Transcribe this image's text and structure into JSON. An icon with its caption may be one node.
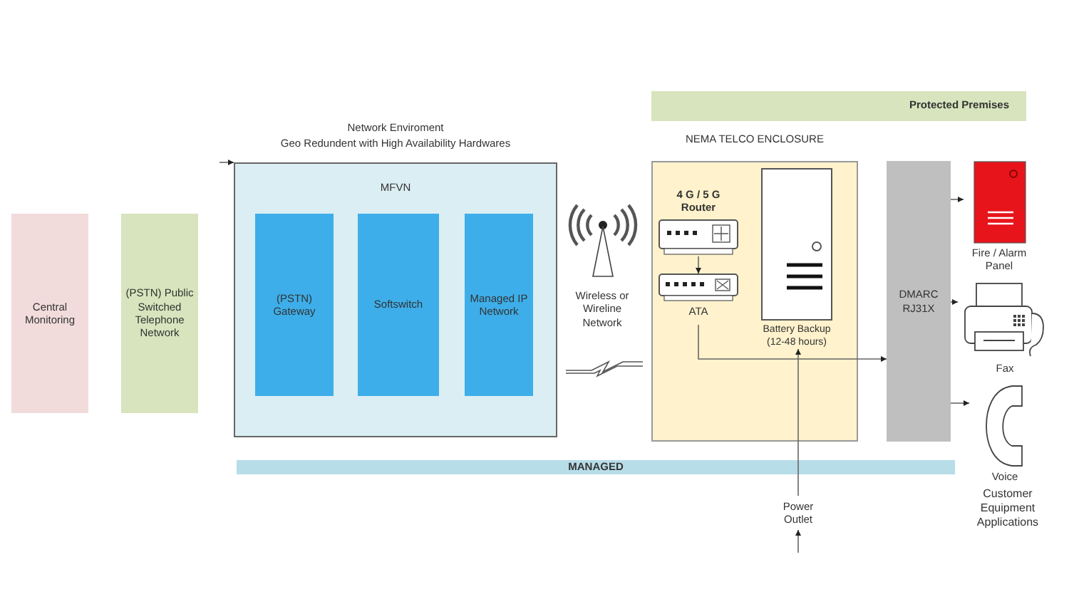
{
  "diagram": {
    "nodes": [
      {
        "text": [
          "Central Monitoring"
        ]
      },
      {
        "text": [
          "(PSTN) Public Switched Telephone Network"
        ]
      },
      {
        "text": [
          "Network Enviroment",
          "Geo Redundent with High Availability Hardwares",
          "MFVN"
        ]
      },
      {
        "text": [
          "(PSTN) Gateway"
        ],
        "in": 2
      },
      {
        "text": [
          "Softswitch"
        ],
        "in": 2
      },
      {
        "text": [
          "Managed IP Network"
        ],
        "in": 2
      },
      {
        "text": [
          "Wireless or Wireline Network"
        ]
      },
      {
        "text": [
          "Protected Premises"
        ]
      },
      {
        "text": [
          "NEMA TELCO ENCLOSURE"
        ]
      },
      {
        "text": [
          "4 G / 5 G Router"
        ],
        "in": 8
      },
      {
        "text": [
          "ATA"
        ],
        "in": 8
      },
      {
        "text": [
          "Battery Backup (12-48 hours)"
        ],
        "in": 8
      },
      {
        "text": [
          "DMARC RJ31X"
        ]
      },
      {
        "text": [
          "Fire / Alarm Panel"
        ]
      },
      {
        "text": [
          "Fax"
        ]
      },
      {
        "text": [
          "Voice"
        ]
      },
      {
        "text": [
          "Power Outlet"
        ]
      },
      {
        "text": [
          "MANAGED"
        ]
      }
    ],
    "edges": [
      {
        "from": null,
        "to": 2,
        "arrow": "to"
      },
      {
        "from": 9,
        "to": 10,
        "arrow": "to"
      },
      {
        "from": 10,
        "to": 12,
        "arrow": "to"
      },
      {
        "from": 16,
        "to": 11,
        "arrow": "to"
      },
      {
        "from": null,
        "to": 16,
        "arrow": "to"
      },
      {
        "from": 12,
        "to": 13,
        "arrow": "to"
      },
      {
        "from": 12,
        "to": 14,
        "arrow": "to"
      },
      {
        "from": 12,
        "to": 15,
        "arrow": "to"
      }
    ],
    "labels": [
      "Customer Equipment Applications"
    ]
  }
}
